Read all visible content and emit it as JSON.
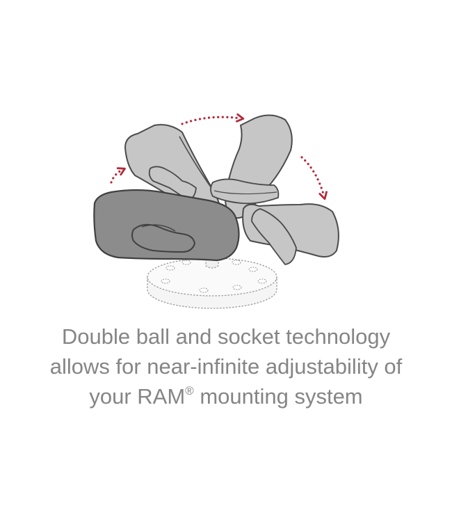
{
  "caption": {
    "line1": "Double ball and socket technology",
    "line2": "allows for near-infinite adjustability of",
    "line3_pre": "your RAM",
    "line3_mark": "®",
    "line3_post": " mounting system"
  },
  "colors": {
    "background": "#ffffff",
    "arm_front": "#8c8c8c",
    "arm_ghost": "#c6c6c6",
    "outline": "#4a4a4a",
    "motion_arrows": "#b5283a",
    "caption_text": "#858585",
    "base": "#f7f7f7"
  },
  "icons": [
    "ram-mount-illustration",
    "rotation-arrow-icon"
  ]
}
